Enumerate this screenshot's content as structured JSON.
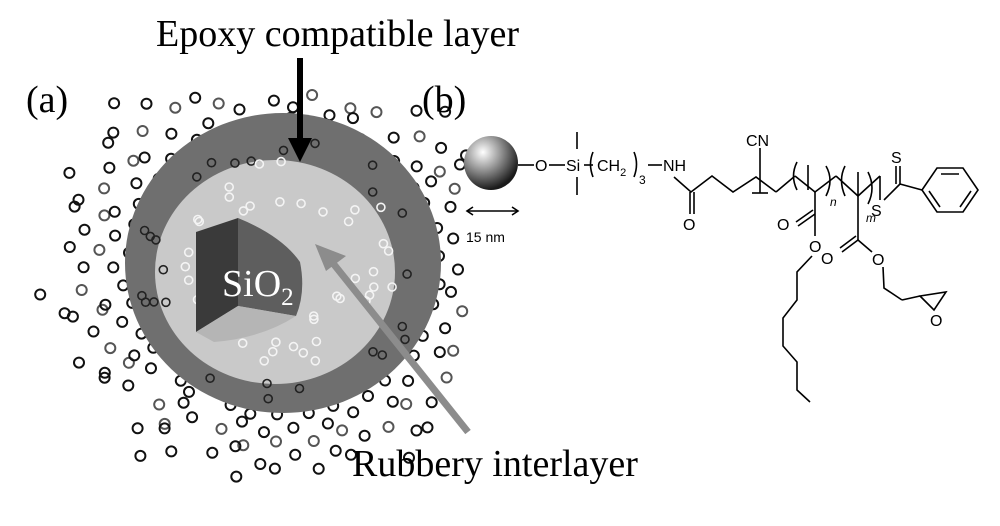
{
  "panel_a": {
    "label": "(a)",
    "top_label": "Epoxy compatible layer",
    "bottom_label": "Rubbery interlayer",
    "core_label": "SiO",
    "core_subscript": "2",
    "colors": {
      "outer_shell": "#6f6f6f",
      "interlayer": "#c8c8c8",
      "core": "#5a5a5a",
      "grey_arrow": "#8c8c8c"
    }
  },
  "panel_b": {
    "label": "(b)",
    "scale": "15 nm",
    "atoms": {
      "o_link": "O",
      "si": "Si",
      "ch2": "CH",
      "ch2_sub": "2",
      "ch2_count": "3",
      "nh": "NH",
      "cn": "CN",
      "n": "n",
      "m": "m",
      "s_thio": "S",
      "s_link": "S",
      "o_amide": "O",
      "o_ester1_carbonyl": "O",
      "o_ester1": "O",
      "o_ester2_carbonyl": "O",
      "o_ester2": "O",
      "o_epoxide": "O"
    }
  }
}
